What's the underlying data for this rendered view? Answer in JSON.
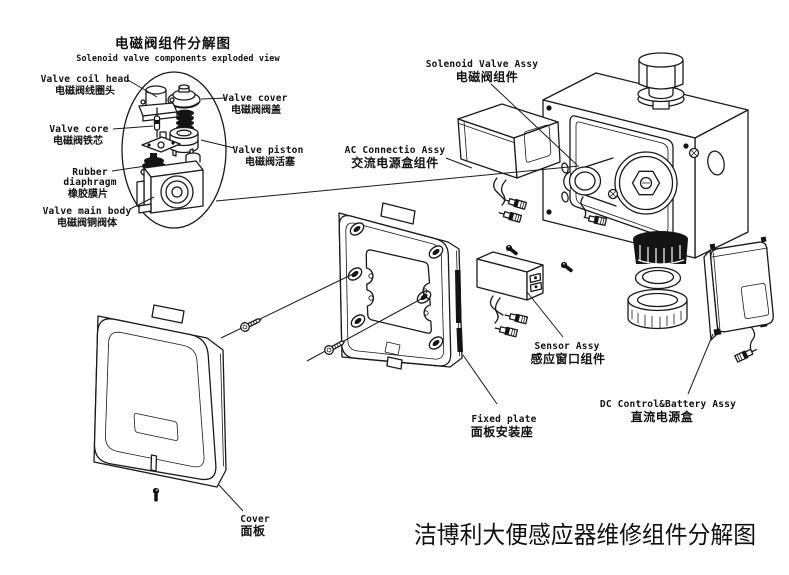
{
  "colors": {
    "line": "#1a1a1a",
    "footer_gray": "#a2a2a2"
  },
  "inset_title": {
    "cn": "电磁阀组件分解图",
    "en": "Solenoid valve components exploded view"
  },
  "inset_labels": {
    "coil_head": {
      "en": "Valve coil head",
      "cn": "电磁阀线圈头"
    },
    "valve_cover": {
      "en": "Valve cover",
      "cn": "电磁阀阀盖"
    },
    "valve_core": {
      "en": "Valve core",
      "cn": "电磁阀铁芯"
    },
    "valve_piston": {
      "en": "Valve piston",
      "cn": "电磁阀活塞"
    },
    "rubber_diaphragm": {
      "en_line1": "Rubber",
      "en_line2": "diaphragm",
      "cn": "橡胶膜片"
    },
    "valve_main_body": {
      "en": "Valve main body",
      "cn": "电磁阀铜阀体"
    }
  },
  "part_labels": {
    "solenoid_valve_assy": {
      "en": "Solenoid Valve Assy",
      "cn": "电磁阀组件"
    },
    "ac_connection_assy": {
      "en": "AC Connectio Assy",
      "cn": "交流电源盒组件"
    },
    "sensor_assy": {
      "en": "Sensor Assy",
      "cn": "感应窗口组件"
    },
    "fixed_plate": {
      "en": "Fixed plate",
      "cn": "面板安装座"
    },
    "dc_control_battery_assy": {
      "en": "DC Control&Battery Assy",
      "cn": "直流电源盒"
    },
    "cover": {
      "en": "Cover",
      "cn": "面板"
    }
  },
  "footer_title": {
    "text": "洁博利大便感应器维修组件分解图",
    "color": "#a2a2a2"
  }
}
